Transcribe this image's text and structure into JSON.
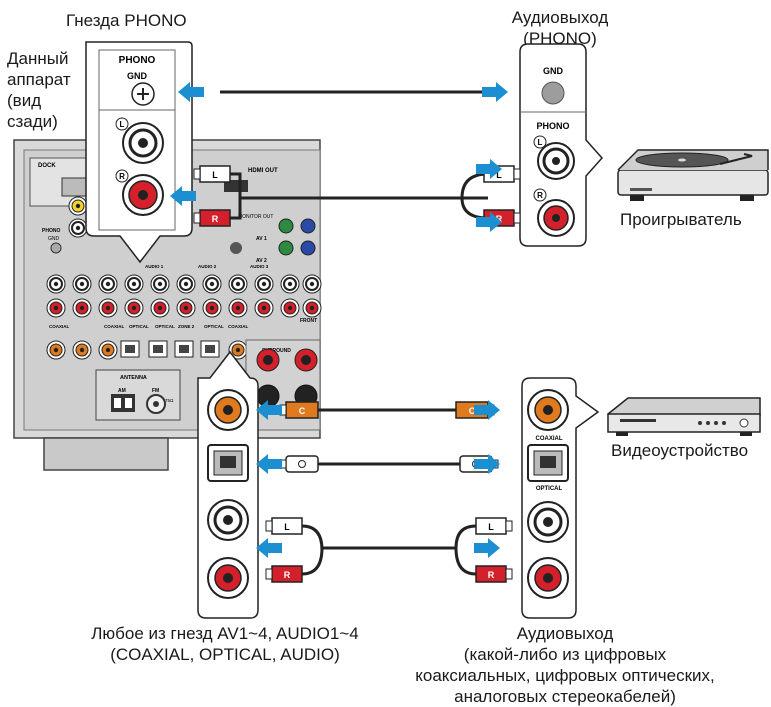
{
  "labels": {
    "phono_jacks": "Гнезда PHONO",
    "this_unit": [
      "Данный",
      "аппарат",
      "(вид",
      "сзади)"
    ],
    "audio_out_phono": [
      "Аудиовыход",
      "(PHONO)"
    ],
    "turntable": "Проигрыватель",
    "video_device": "Видеоустройство",
    "any_jack": [
      "Любое из гнезд AV1~4, AUDIO1~4",
      "(COAXIAL, OPTICAL, AUDIO)"
    ],
    "audio_out_digital": [
      "Аудиовыход",
      "(какой-либо из цифровых",
      "коаксиальных, цифровых оптических,",
      "аналоговых стереокабелей)"
    ]
  },
  "panel": {
    "phono": "PHONO",
    "gnd": "GND",
    "l": "L",
    "r": "R",
    "coaxial": "COAXIAL",
    "optical": "OPTICAL",
    "c": "C"
  },
  "rear_panel": {
    "dock": "DOCK",
    "hdmi_out": "HDMI OUT",
    "monitor_out": "MONITOR OUT",
    "antenna": "ANTENNA",
    "am": "AM",
    "fm": "FM",
    "surround": "SURROUND",
    "front": "FRONT",
    "av1": "AV 1",
    "av2": "AV 2",
    "audio1": "AUDIO 1",
    "audio2": "AUDIO 2",
    "audio3": "AUDIO 3",
    "zone2": "ZONE 2",
    "coaxial_small": "COAXIAL",
    "optical_small": "OPTICAL",
    "ohm": "75Ω"
  },
  "colors": {
    "arrow": "#1b8fd2",
    "red": "#d3202a",
    "orange": "#e07a1f",
    "panel_gray": "#d4d4d4",
    "line": "#222222"
  }
}
